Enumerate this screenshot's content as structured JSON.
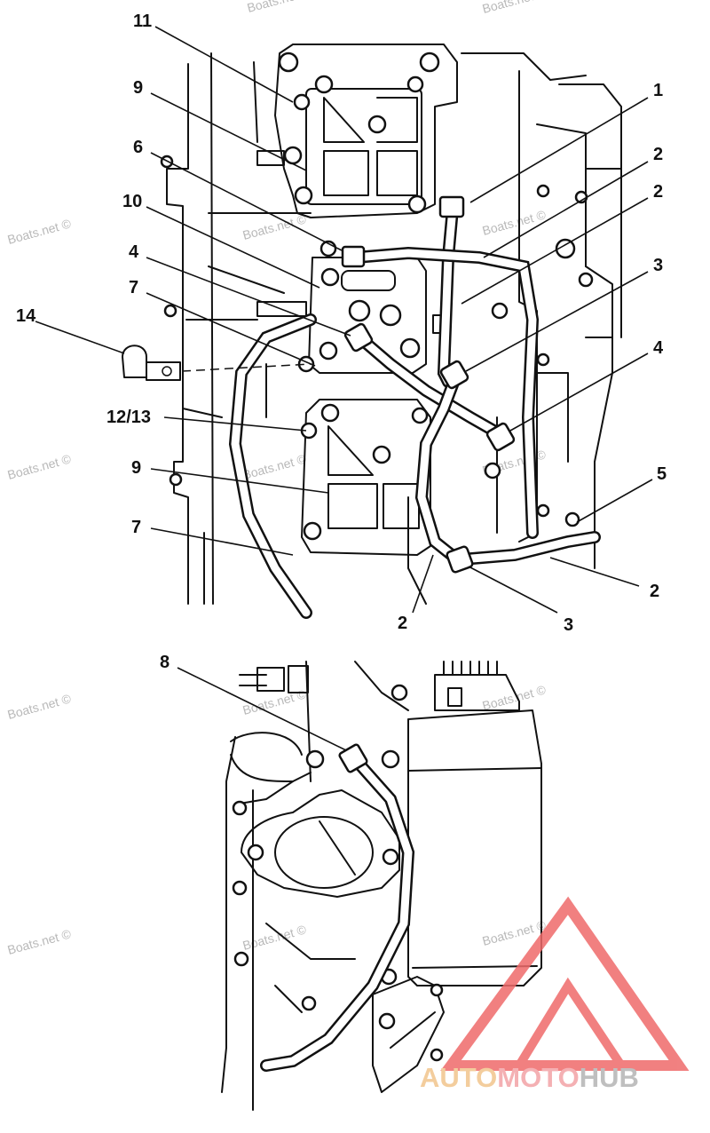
{
  "callouts": {
    "c1": "1",
    "c2a": "2",
    "c2b": "2",
    "c2c": "2",
    "c2d": "2",
    "c3a": "3",
    "c3b": "3",
    "c4a": "4",
    "c4b": "4",
    "c5": "5",
    "c6": "6",
    "c7a": "7",
    "c7b": "7",
    "c8": "8",
    "c9a": "9",
    "c9b": "9",
    "c10": "10",
    "c11": "11",
    "c12_13": "12/13",
    "c14": "14"
  },
  "watermarks": {
    "text": "Boats.net ©"
  },
  "brand": {
    "part1": "AUTO",
    "part2": "MOTO",
    "part3": "HUB",
    "colors": {
      "auto": "#f1c58c",
      "moto": "#f3a3a6",
      "hub": "#b5b5b5",
      "triangle": "#ef6b6b"
    }
  }
}
